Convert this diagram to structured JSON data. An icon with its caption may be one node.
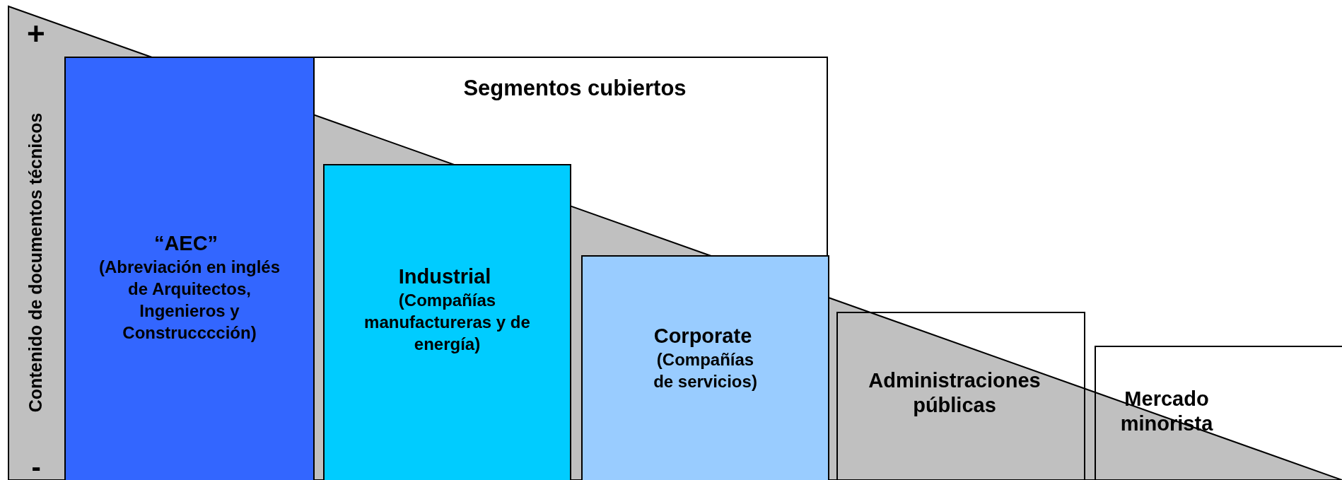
{
  "diagram": {
    "nodes": [
      {
        "text": [
          "Segmentos cubiertos"
        ]
      },
      {
        "text": [
          "“AEC”",
          "(Abreviación en inglés de Arquitectos, Ingenieros y Construcccción)"
        ],
        "in": 0
      },
      {
        "text": [
          "Industrial",
          "(Compañías manufactureras y de energía)"
        ],
        "in": 0
      },
      {
        "text": [
          "Corporate",
          "(Compañías de servicios)"
        ],
        "in": 0
      },
      {
        "text": [
          "Administraciones públicas"
        ]
      },
      {
        "text": [
          "Mercado minorista"
        ]
      }
    ],
    "labels": [
      "+",
      "Contenido de documentos técnicos",
      "-"
    ]
  }
}
